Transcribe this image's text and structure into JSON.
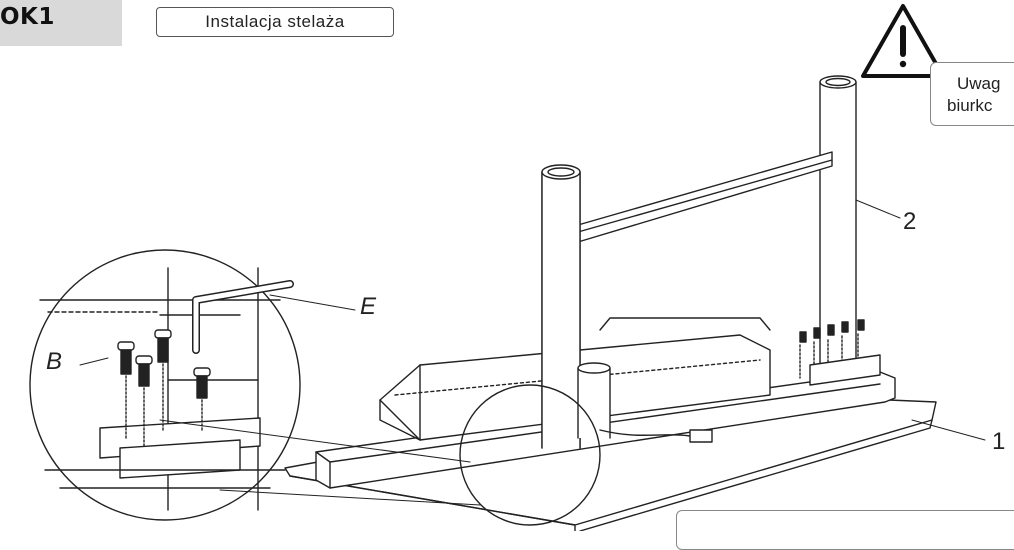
{
  "header": {
    "step": "OK1",
    "title": "Instalacja stelaża"
  },
  "warning": {
    "icon": "warning-triangle-icon",
    "line1": "Uwag",
    "line2": "biurkc"
  },
  "callouts": {
    "b": "B",
    "e": "E",
    "two": "2",
    "one": "1"
  }
}
